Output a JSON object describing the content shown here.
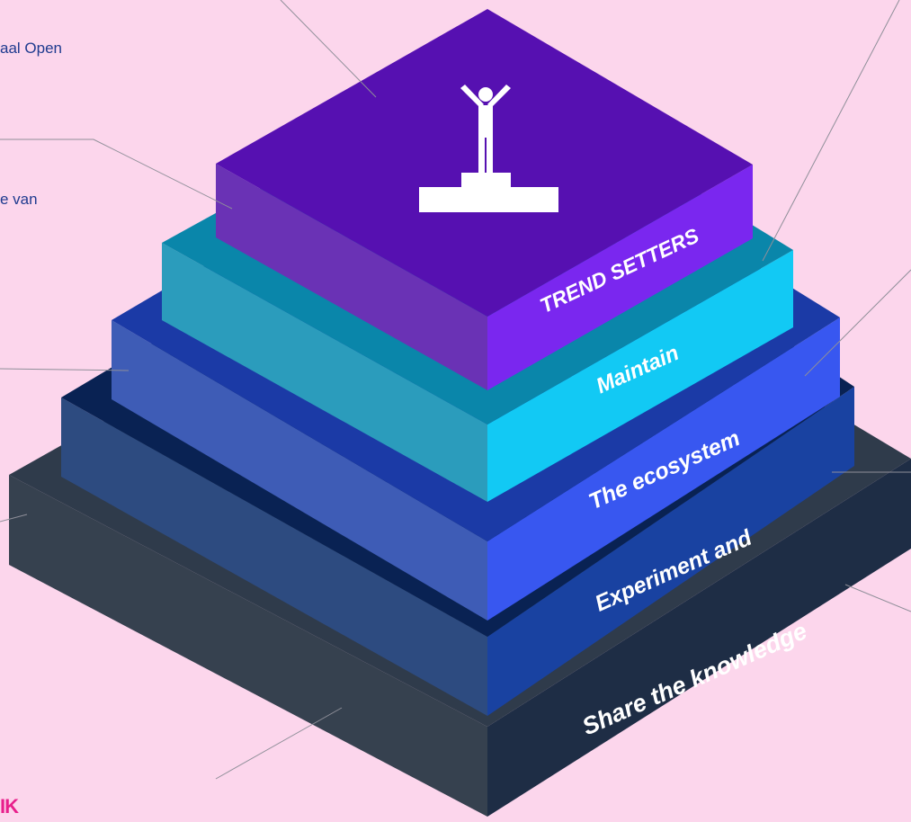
{
  "fragments": {
    "top_left_1": "aal Open",
    "top_left_2": "e van"
  },
  "logo": "IK",
  "layers": [
    {
      "label": "Share the knowledge",
      "top": "#2f3b4b",
      "left": "#36414f",
      "right": "#1e2d45"
    },
    {
      "label": "Experiment and",
      "top": "#092253",
      "left": "#2d4b80",
      "right": "#1942a1"
    },
    {
      "label": "The ecosystem",
      "top": "#1b3aa6",
      "left": "#3e5cb6",
      "right": "#3857f0"
    },
    {
      "label": "Maintain",
      "top": "#0a86aa",
      "left": "#2b9cbc",
      "right": "#12c9f4"
    },
    {
      "label": "TREND SETTERS",
      "top": "#5610b1",
      "left": "#6a32b5",
      "right": "#7a27ef"
    }
  ],
  "icon": "person-on-podium-icon"
}
